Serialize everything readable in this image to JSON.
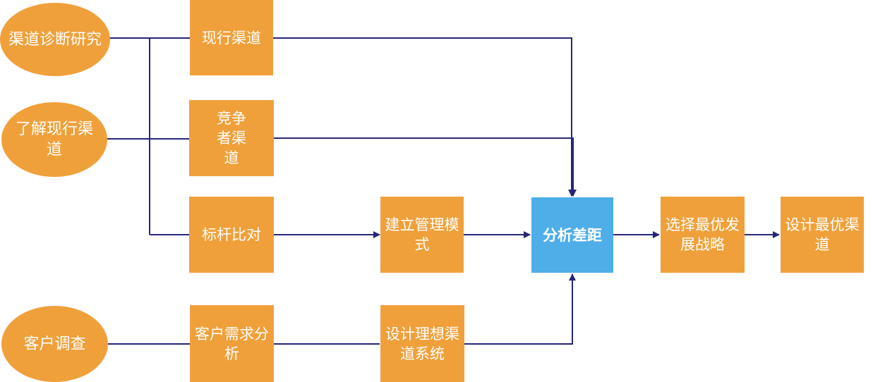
{
  "colors": {
    "node_orange": "#f0a03a",
    "node_blue": "#4faee8",
    "text": "#ffffff",
    "connector": "#26267a"
  },
  "nodes": {
    "channel_diagnosis": "渠道诊断研究",
    "understand_channels": "了解现行渠道",
    "customer_survey": "客户调查",
    "current_channels": "现行渠道",
    "competitor_channels": "竞争者渠道",
    "benchmark": "标杆比对",
    "customer_needs": "客户需求分析",
    "management_model": "建立管理模式",
    "ideal_channel_system": "设计理想渠道系统",
    "gap_analysis": "分析差距",
    "development_strategy": "选择最优发展战略",
    "optimal_channel": "设计最优渠道"
  }
}
